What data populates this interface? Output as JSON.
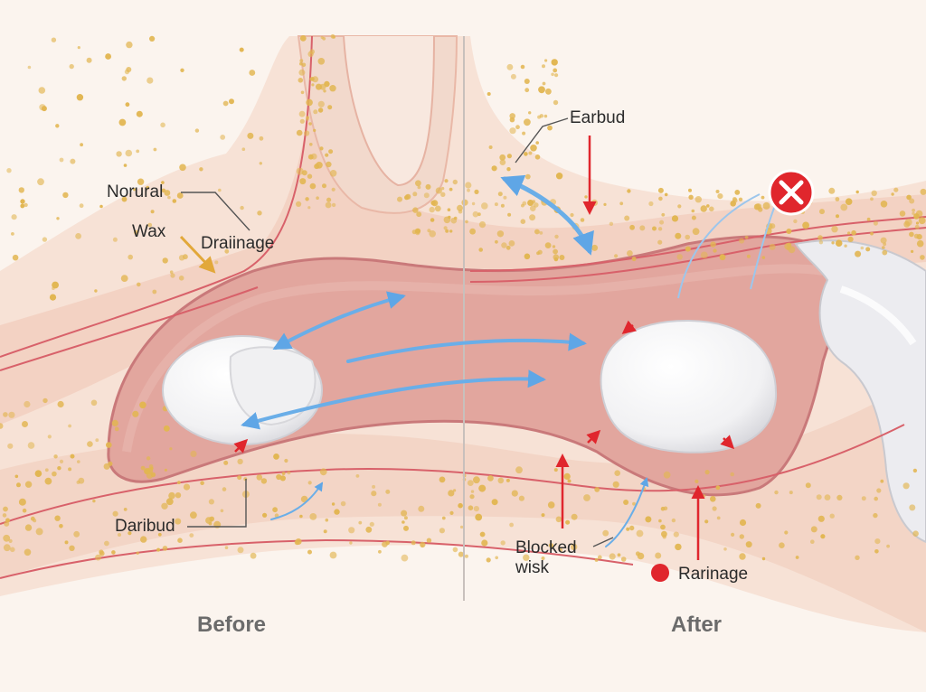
{
  "panels": {
    "before_caption": "Before",
    "after_caption": "After"
  },
  "labels": {
    "norural": "Norural",
    "wax": "Wax",
    "draiinage": "Draiinage",
    "daribud": "Daribud",
    "earbud": "Earbud",
    "blocked": "Blocked\nwisk",
    "rarinage": "Rarinage"
  },
  "icons": {
    "error": "error-x-icon",
    "legend_dot": "red-dot-icon"
  },
  "colors": {
    "canal": "#e3aaa2",
    "tissue": "#f6dccf",
    "fat_dots": "#e2b652",
    "vessel": "#d8616a",
    "flow_arrow": "#6aaee8",
    "pressure_arrow": "#e0262d",
    "wax_plug": "#ffffff"
  }
}
